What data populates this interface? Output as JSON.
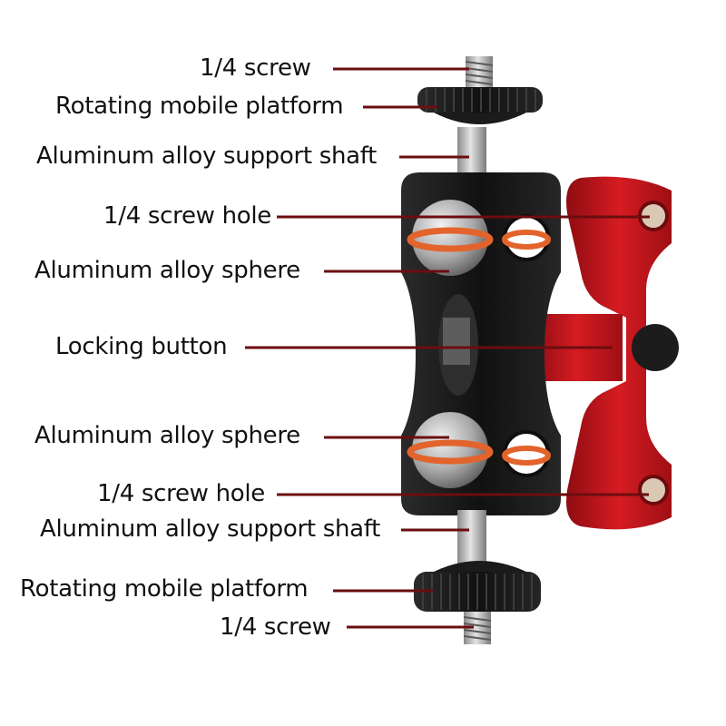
{
  "labels": [
    "1/4 screw",
    "Rotating mobile platform",
    "Aluminum alloy support shaft",
    "1/4 screw hole",
    "Aluminum alloy sphere",
    "Locking button",
    "Aluminum alloy sphere",
    "1/4 screw hole",
    "Aluminum alloy support shaft",
    "Rotating mobile platform",
    "1/4 screw"
  ],
  "colors": {
    "leader_line": "#6b0d10",
    "clamp_black": "#141414",
    "arm_red": "#c8141c",
    "o_ring": "#e2642c",
    "steel": "#b9b9b9"
  }
}
